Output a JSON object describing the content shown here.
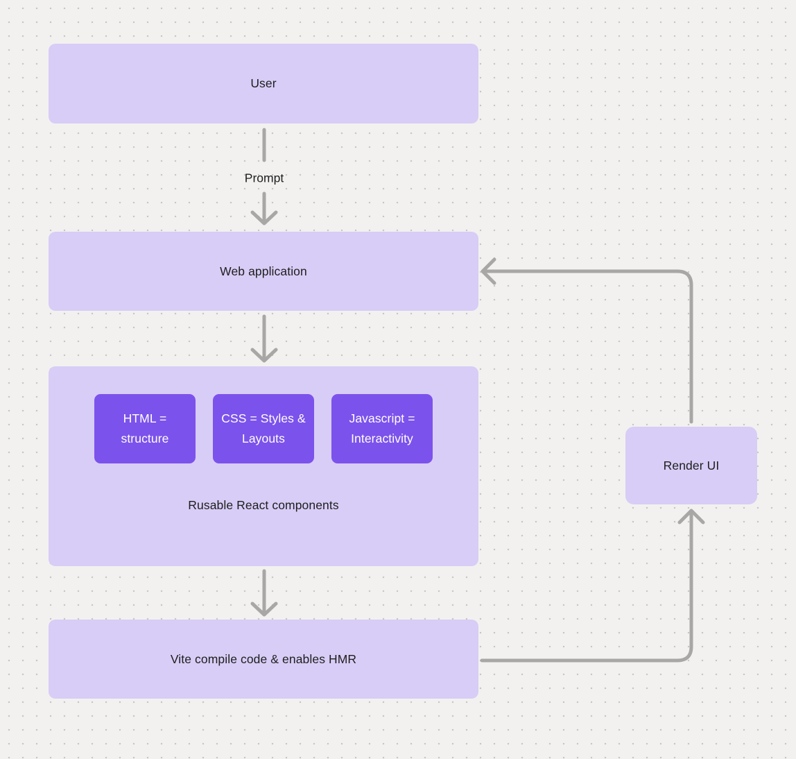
{
  "colors": {
    "background": "#f2f1f0",
    "dot": "#c7c6c5",
    "box-light": "#d8cdf6",
    "box-accent": "#7c52ec",
    "arrow": "#a8a7a6",
    "text-dark": "#1e1e1e",
    "text-light": "#ffffff"
  },
  "diagram": {
    "nodes": {
      "user": {
        "label": "User"
      },
      "web_application": {
        "label": "Web application"
      },
      "components_container": {
        "caption": "Rusable React components",
        "items": [
          {
            "label": "HTML = structure"
          },
          {
            "label": "CSS = Styles & Layouts"
          },
          {
            "label": "Javascript = Interactivity"
          }
        ]
      },
      "vite": {
        "label": "Vite compile code & enables HMR"
      },
      "render_ui": {
        "label": "Render UI"
      }
    },
    "edges": {
      "prompt_label": "Prompt"
    }
  }
}
